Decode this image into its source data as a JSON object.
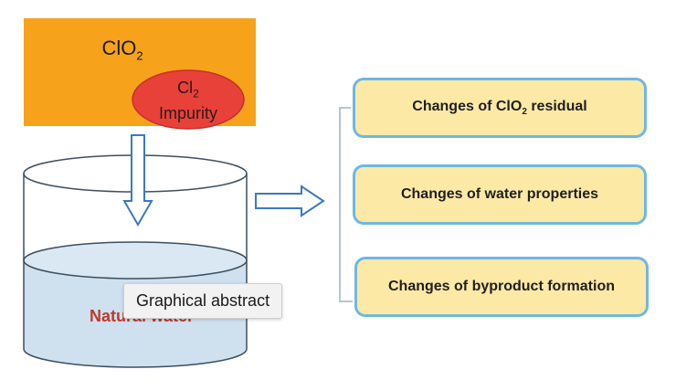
{
  "diagram": {
    "source_label": "ClO₂",
    "impurity_label": "Cl₂\nImpurity",
    "water_label": "Natural water",
    "changes": [
      "Changes of ClO₂ residual",
      "Changes of water properties",
      "Changes of byproduct formation"
    ]
  },
  "tooltip": {
    "text": "Graphical abstract"
  },
  "colors": {
    "source_box": "#f7a21b",
    "impurity_ellipse": "#e8413a",
    "water": "#cfe0ee",
    "box_fill": "#fde9a6",
    "box_border": "#6fb7e3",
    "arrow": "#3b78c2"
  }
}
